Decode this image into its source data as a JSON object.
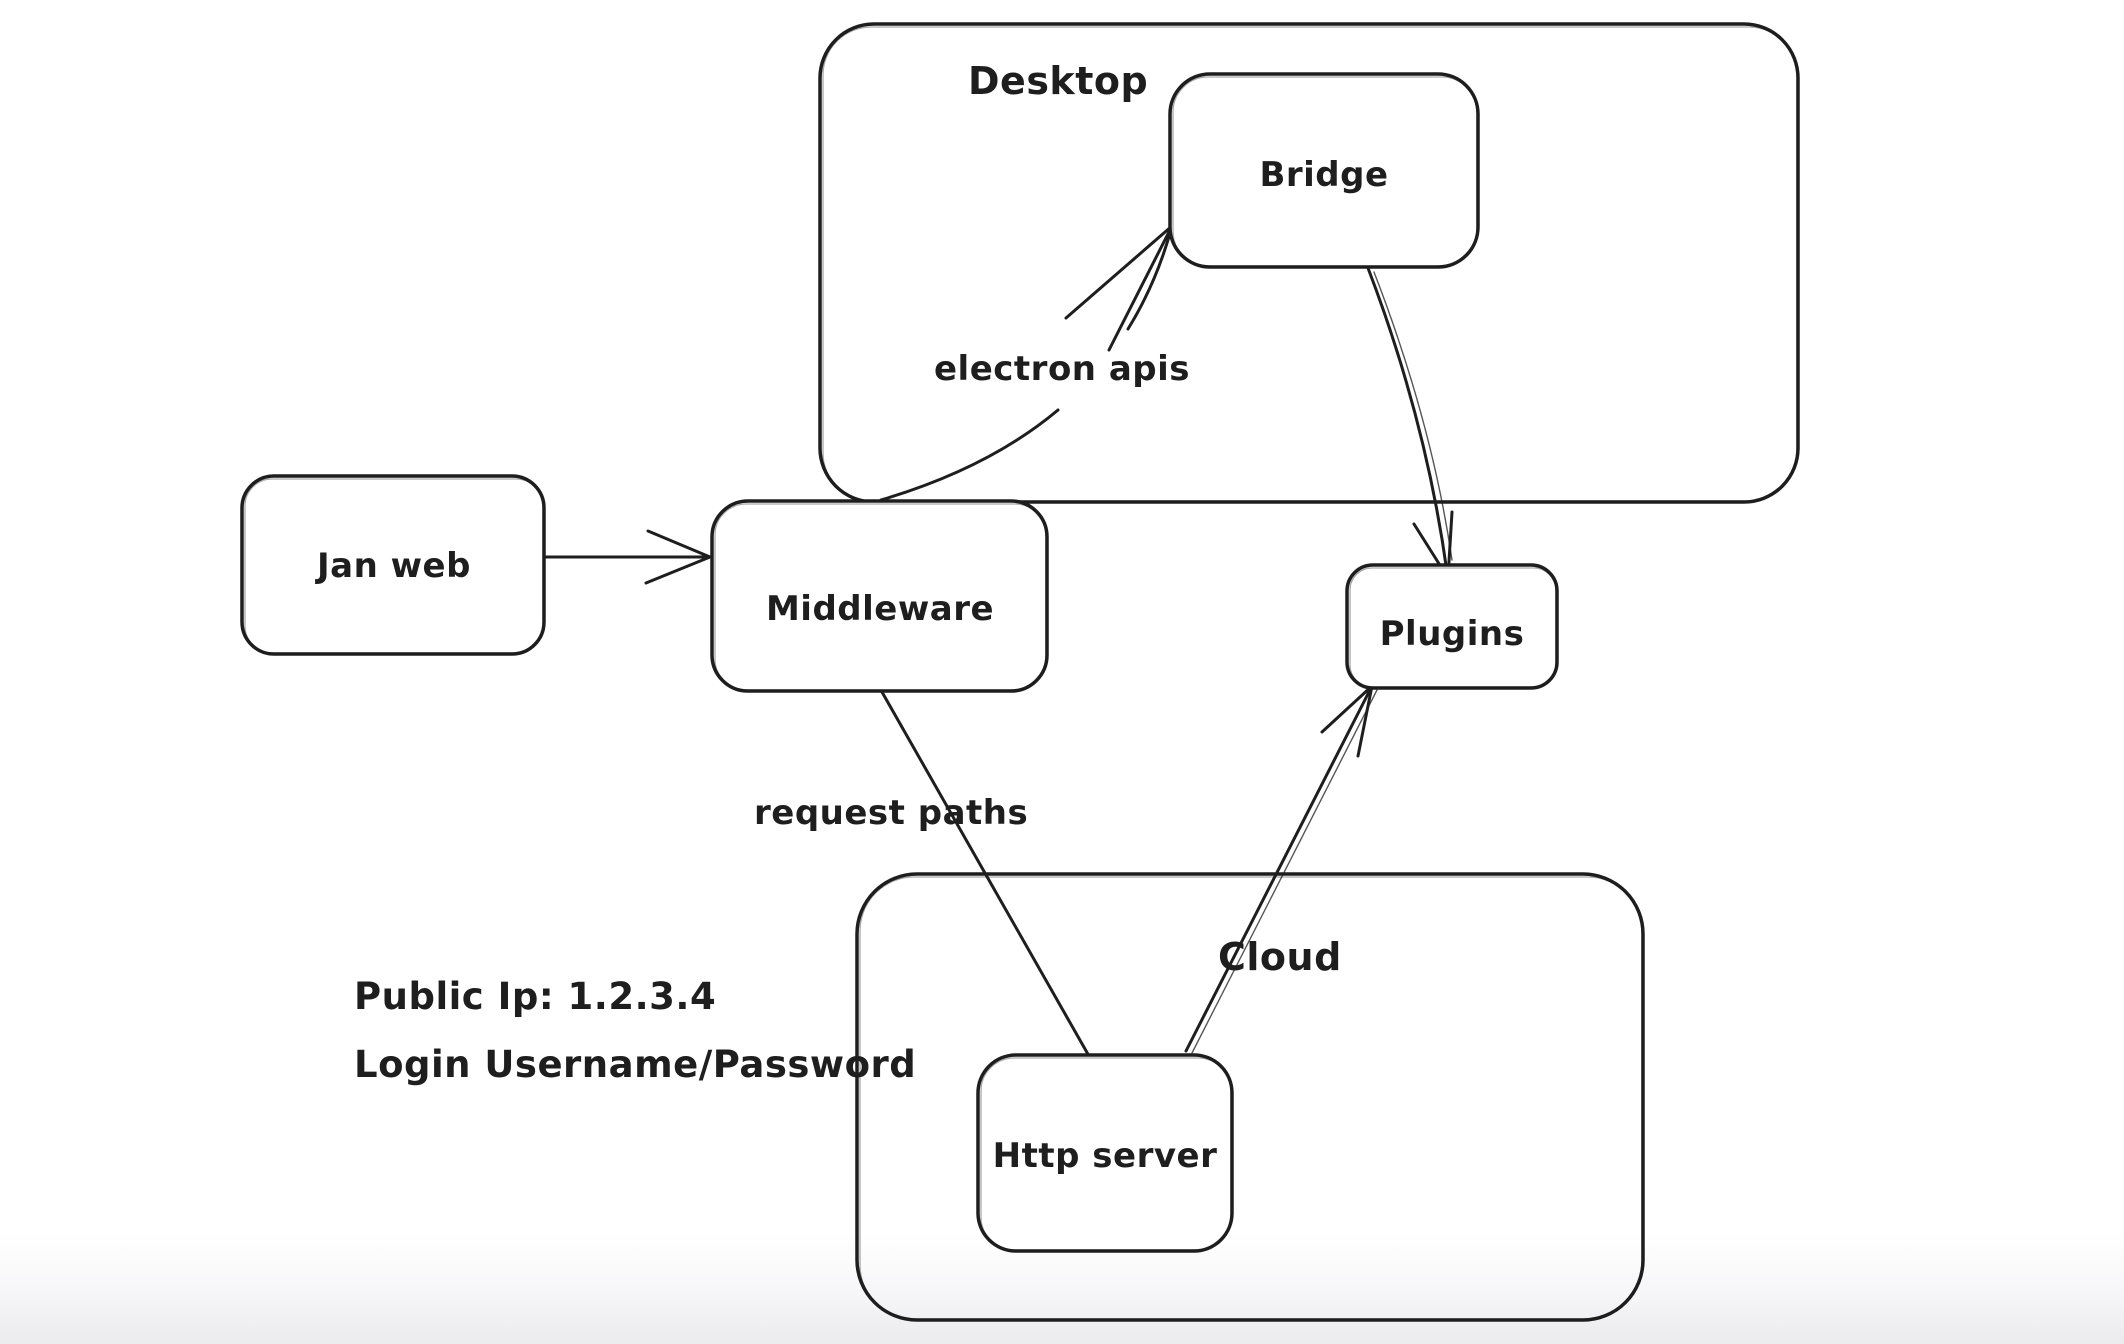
{
  "diagram": {
    "style": "hand-drawn-sketch",
    "containers": [
      {
        "id": "desktop",
        "label": "Desktop"
      },
      {
        "id": "cloud",
        "label": "Cloud"
      }
    ],
    "nodes": [
      {
        "id": "jan-web",
        "label": "Jan web",
        "container": null
      },
      {
        "id": "middleware",
        "label": "Middleware",
        "container": null
      },
      {
        "id": "bridge",
        "label": "Bridge",
        "container": "desktop"
      },
      {
        "id": "plugins",
        "label": "Plugins",
        "container": null
      },
      {
        "id": "http-server",
        "label": "Http server",
        "container": "cloud"
      }
    ],
    "edges": [
      {
        "id": "janweb-middleware",
        "from": "Jan web",
        "to": "Middleware",
        "label": "",
        "arrowhead": "to"
      },
      {
        "id": "middleware-bridge",
        "from": "Middleware",
        "to": "Bridge",
        "label": "electron apis",
        "arrowhead": "to"
      },
      {
        "id": "bridge-plugins",
        "from": "Bridge",
        "to": "Plugins",
        "label": "",
        "arrowhead": "to"
      },
      {
        "id": "middleware-httpserver",
        "from": "Middleware",
        "to": "Http server",
        "label": "request paths",
        "arrowhead": "none"
      },
      {
        "id": "httpserver-plugins",
        "from": "Http server",
        "to": "Plugins",
        "label": "",
        "arrowhead": "to"
      }
    ],
    "annotations": [
      {
        "id": "public-ip",
        "text": "Public Ip: 1.2.3.4"
      },
      {
        "id": "login",
        "text": "Login Username/Password"
      }
    ],
    "colors": {
      "stroke": "#1e1e1e",
      "background": "#ffffff",
      "bottom_fade": "#ebebee"
    }
  }
}
